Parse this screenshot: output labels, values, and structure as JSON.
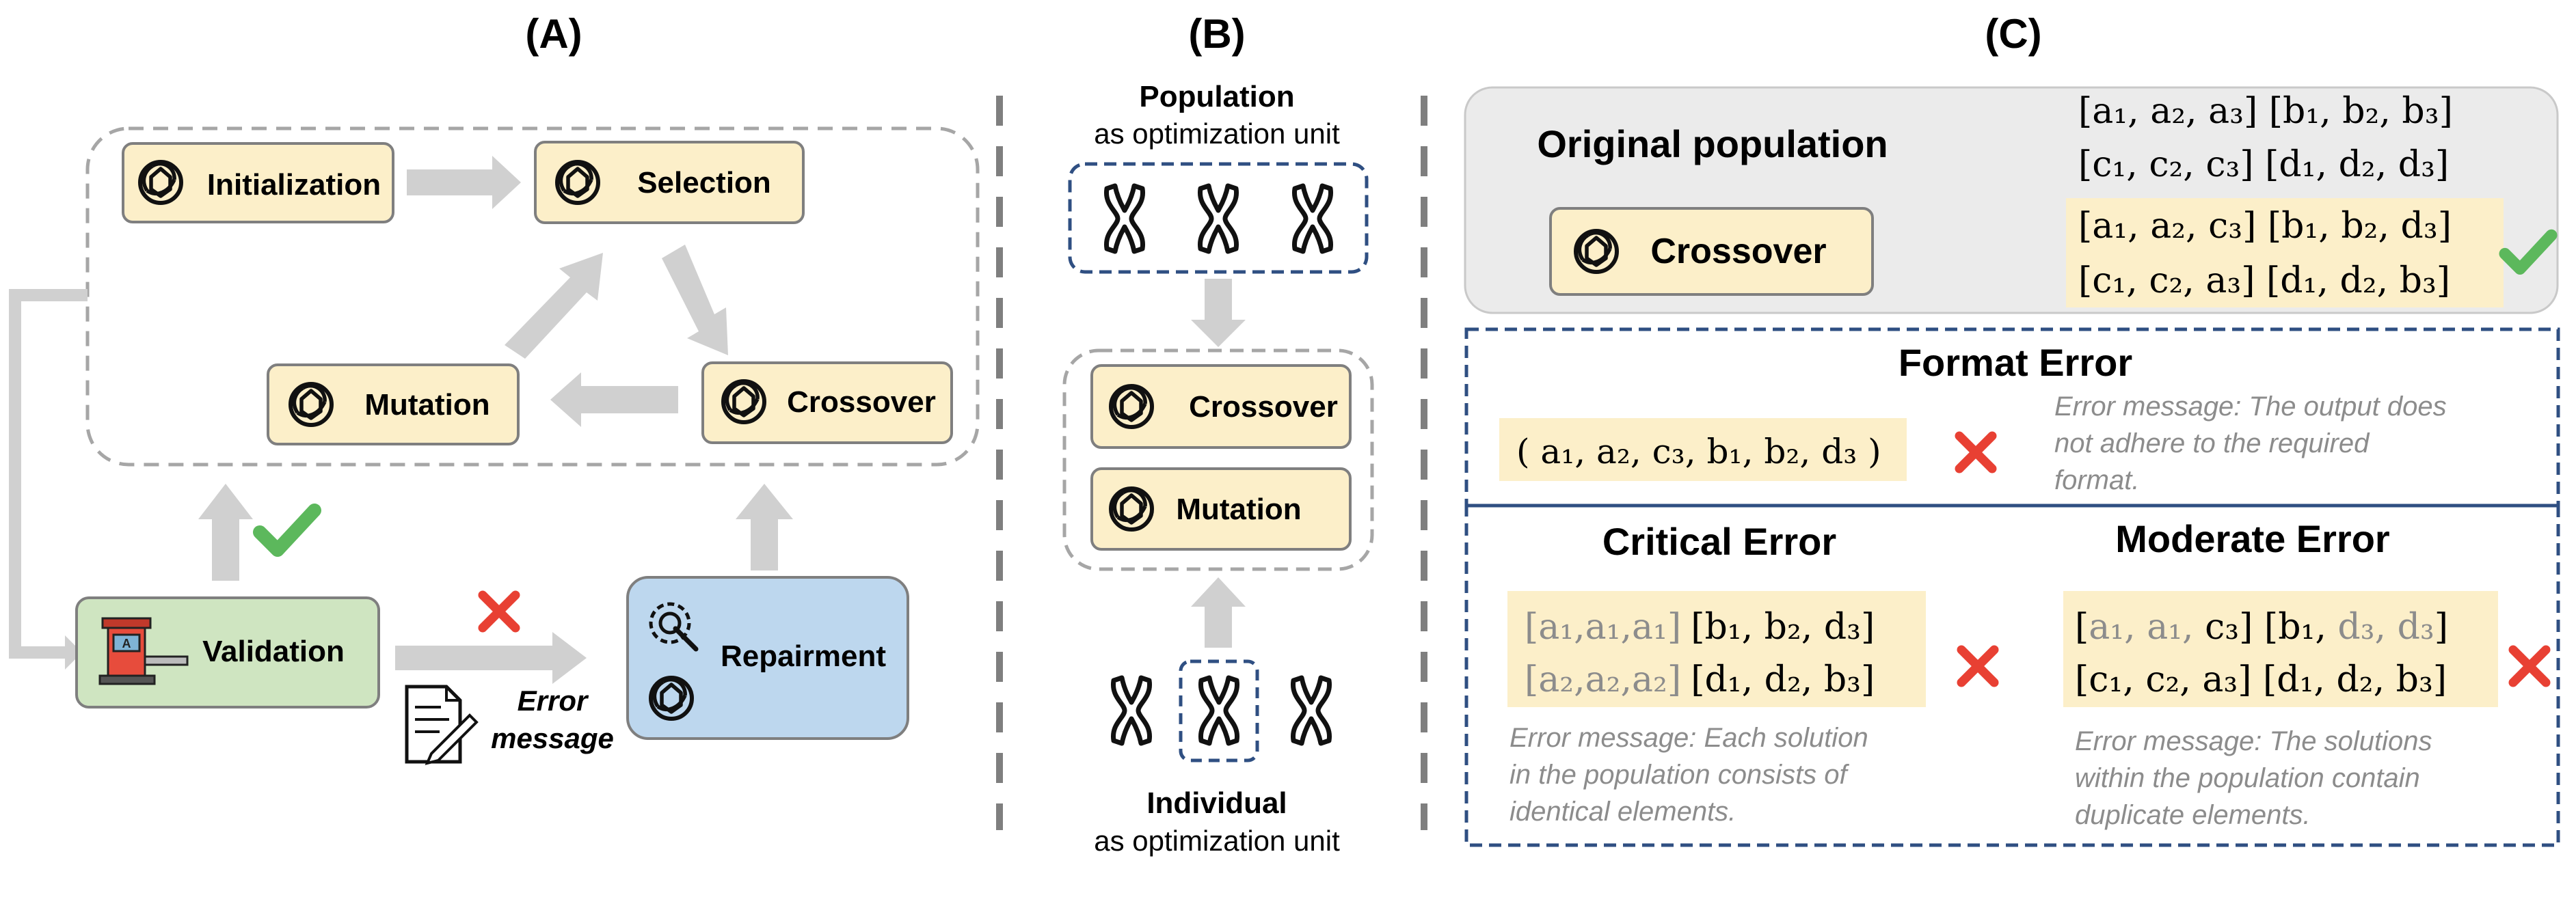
{
  "panels": {
    "a": {
      "label": "(A)"
    },
    "b": {
      "label": "(B)"
    },
    "c": {
      "label": "(C)"
    }
  },
  "panel_a": {
    "initialization": "Initialization",
    "selection": "Selection",
    "crossover": "Crossover",
    "mutation": "Mutation",
    "validation": "Validation",
    "repairment": "Repairment",
    "error_message_line1": "Error",
    "error_message_line2": "message"
  },
  "panel_b": {
    "population_title": "Population",
    "population_sub": "as optimization unit",
    "crossover": "Crossover",
    "mutation": "Mutation",
    "individual_title": "Individual",
    "individual_sub": "as optimization unit"
  },
  "panel_c": {
    "original_population": "Original population",
    "crossover": "Crossover",
    "orig_line1": "[a₁, a₂, a₃] [b₁, b₂, b₃]",
    "orig_line2": "[c₁, c₂, c₃] [d₁, d₂, d₃]",
    "child_line1": "[a₁, a₂, c₃] [b₁,  b₂, d₃]",
    "child_line2": "[c₁, c₂, a₃] [d₁, d₂, b₃]",
    "format_error_title": "Format Error",
    "format_error_expr": "( a₁, a₂, c₃, b₁, b₂, d₃ )",
    "format_error_msg1": "Error message: The output does",
    "format_error_msg2": "not adhere to the required",
    "format_error_msg3": "format.",
    "critical_error_title": "Critical Error",
    "critical_line1_grey": "[a₁,a₁,a₁]",
    "critical_line1_rest": "[b₁, b₂, d₃]",
    "critical_line2_grey": "[a₂,a₂,a₂]",
    "critical_line2_rest": "[d₁, d₂, b₃]",
    "critical_msg1": "Error message: Each solution",
    "critical_msg2": "in the population consists of",
    "critical_msg3": "identical elements.",
    "moderate_error_title": "Moderate Error",
    "moderate_line1_a": "[",
    "moderate_line1_grey": "a₁, a₁,",
    "moderate_line1_b": " c₃] [b₁, ",
    "moderate_line1_grey2": "d₃, d₃",
    "moderate_line1_c": "]",
    "moderate_line2": "[c₁, c₂, a₃] [d₁, d₂, b₃]",
    "moderate_msg1": "Error message: The solutions",
    "moderate_msg2": "within the population contain",
    "moderate_msg3": "duplicate elements."
  },
  "icons": {
    "openai": "openai-knot-icon",
    "check": "check-mark-icon",
    "cross": "red-cross-icon",
    "validation": "validation-machine-icon",
    "repair": "gear-wrench-icon",
    "document": "document-pen-icon",
    "chromosome": "chromosome-icon"
  },
  "colors": {
    "box_fill": "#fcefc9",
    "box_stroke": "#7f7f7f",
    "validation_fill": "#cfe5c1",
    "repair_fill": "#bdd7ee",
    "arrow": "#d0d0d0",
    "check": "#5cb85c",
    "cross": "#e84033",
    "dash_blue": "#2f4f82",
    "grey_text": "#8c8c8c",
    "highlight": "#fcefc9",
    "panel_c_bg": "#ebebeb"
  }
}
